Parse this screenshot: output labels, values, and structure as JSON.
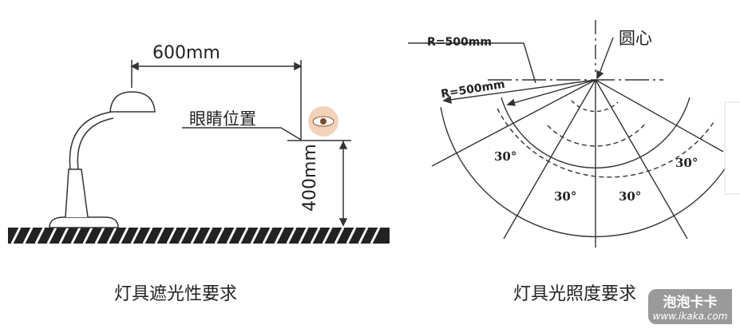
{
  "left_diagram": {
    "distance_label": "600mm",
    "height_label": "400mm",
    "eye_label": "眼睛位置",
    "caption": "灯具遮光性要求"
  },
  "right_diagram": {
    "center_label": "圆心",
    "radius_label_1": "R=500mm",
    "radius_label_2": "R=500mm",
    "angle_labels": [
      "30°",
      "30°",
      "30°",
      "30°"
    ],
    "caption": "灯具光照度要求"
  },
  "watermark": {
    "title": "泡泡卡卡",
    "url": "www.ikaka.com"
  }
}
